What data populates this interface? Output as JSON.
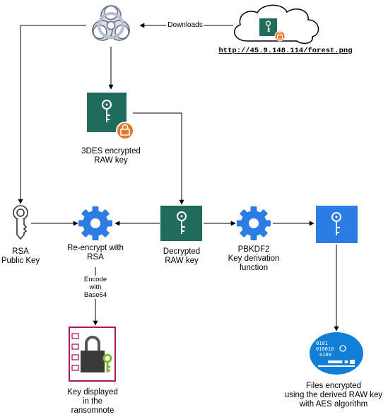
{
  "nodes": {
    "biohazard": {
      "icon": "biohazard-icon"
    },
    "cloud": {
      "icon": "cloud-icon",
      "url": "http://45.9.148.114/forest.png"
    },
    "encrypted_key": {
      "icon": "locked-key-icon",
      "label_lines": [
        "3DES encrypted",
        "RAW key"
      ]
    },
    "rsa_key": {
      "icon": "key-icon",
      "label_lines": [
        "RSA",
        "Public Key"
      ]
    },
    "reencrypt": {
      "icon": "gear-icon",
      "label_lines": [
        "Re-encrypt with",
        "RSA"
      ]
    },
    "decrypted_key": {
      "icon": "key-icon",
      "label_lines": [
        "Decrypted",
        "RAW key"
      ]
    },
    "pbkdf2": {
      "icon": "gear-icon",
      "label_lines": [
        "PBKDF2",
        "Key derivation",
        "function"
      ]
    },
    "derived_key": {
      "icon": "key-icon"
    },
    "ransomnote": {
      "icon": "ransomnote-lock-icon",
      "label_lines": [
        "Key displayed",
        "in the",
        "ransomnote"
      ]
    },
    "files": {
      "icon": "encrypted-data-icon",
      "label_lines": [
        "Files encrypted",
        "using the derived RAW key",
        "with AES algorithm"
      ]
    }
  },
  "edges": {
    "downloads": "Downloads",
    "encode_lines": [
      "Encode",
      "with",
      "Base64"
    ]
  },
  "colors": {
    "green": "#1f6b5c",
    "orange": "#e07b2c",
    "blue": "#2b7de3",
    "azure": "#0f7fd8",
    "crimson": "#b0165f",
    "lime": "#7cba2d",
    "grey": "#8a8a8a"
  }
}
